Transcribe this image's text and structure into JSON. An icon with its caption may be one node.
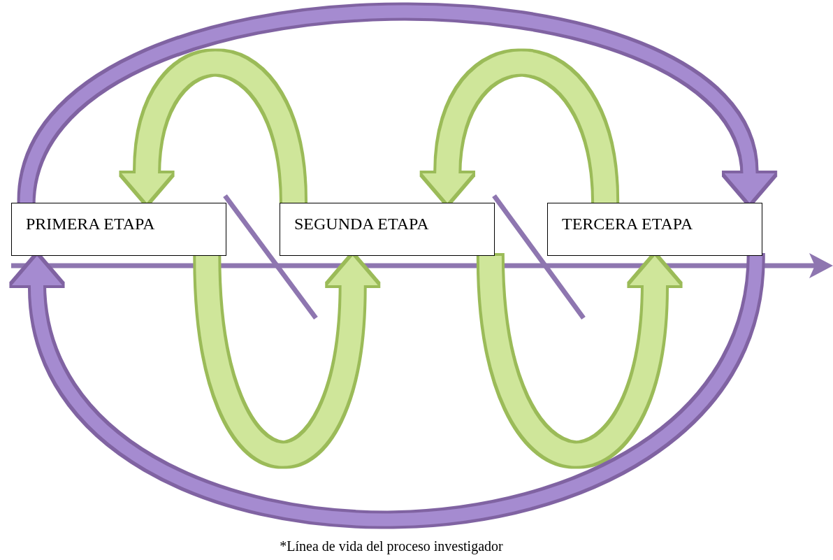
{
  "diagram": {
    "caption": "*Línea de vida del proceso investigador",
    "nodes": [
      {
        "text": [
          "PRIMERA ETAPA"
        ]
      },
      {
        "text": [
          "SEGUNDA ETAPA"
        ]
      },
      {
        "text": [
          "TERCERA ETAPA"
        ]
      }
    ],
    "edges": [
      {
        "from": 1,
        "to": 0,
        "arrow": "to"
      },
      {
        "from": 2,
        "to": 1,
        "arrow": "to"
      },
      {
        "from": 0,
        "to": 1,
        "arrow": "to"
      },
      {
        "from": 1,
        "to": 2,
        "arrow": "to"
      },
      {
        "from": 0,
        "to": 2,
        "arrow": "to",
        "color": "#a58bd0"
      },
      {
        "from": 2,
        "to": 0,
        "arrow": "to",
        "color": "#a58bd0"
      }
    ]
  }
}
